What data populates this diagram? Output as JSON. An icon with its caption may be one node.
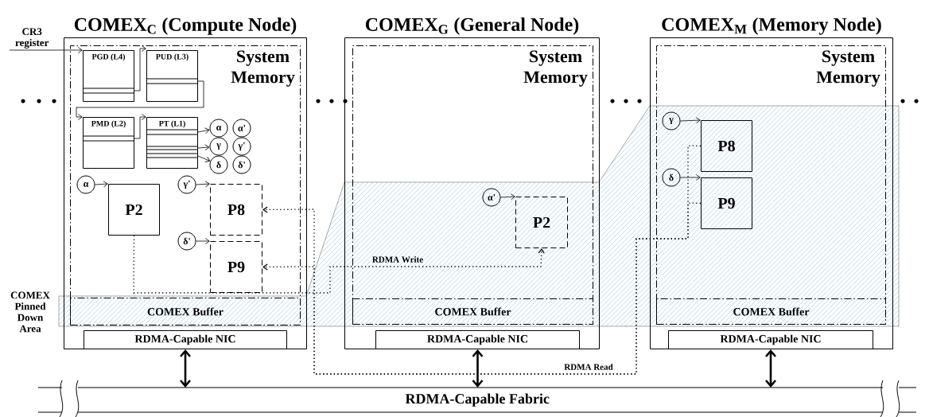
{
  "diagram": {
    "nodes": [
      {
        "text": [
          "COMEX$_{C}$ (Compute Node)"
        ]
      },
      {
        "text": [
          "System Memory"
        ],
        "in": 0
      },
      {
        "text": [
          "PGD (L4)"
        ],
        "in": 1
      },
      {
        "text": [
          "PUD (L3)"
        ],
        "in": 1
      },
      {
        "text": [
          "PMD (L2)"
        ],
        "in": 1
      },
      {
        "text": [
          "PT (L1)"
        ],
        "in": 1
      },
      {
        "text": [
          "α"
        ],
        "in": 1
      },
      {
        "text": [
          "α'"
        ],
        "in": 1
      },
      {
        "text": [
          "γ"
        ],
        "in": 1
      },
      {
        "text": [
          "γ'"
        ],
        "in": 1
      },
      {
        "text": [
          "δ"
        ],
        "in": 1
      },
      {
        "text": [
          "δ'"
        ],
        "in": 1
      },
      {
        "text": [
          "α"
        ],
        "in": 1
      },
      {
        "text": [
          "P2"
        ],
        "in": 1
      },
      {
        "text": [
          "γ'"
        ],
        "in": 1
      },
      {
        "text": [
          "P8"
        ],
        "in": 1
      },
      {
        "text": [
          "δ'"
        ],
        "in": 1
      },
      {
        "text": [
          "P9"
        ],
        "in": 1
      },
      {
        "text": [
          "COMEX Buffer"
        ],
        "in": 1
      },
      {
        "text": [
          "RDMA-Capable NIC"
        ],
        "in": 0
      },
      {
        "text": [
          "COMEX$_{G}$ (General Node)"
        ]
      },
      {
        "text": [
          "System Memory"
        ],
        "in": 20
      },
      {
        "text": [
          "α'"
        ],
        "in": 21
      },
      {
        "text": [
          "P2"
        ],
        "in": 21
      },
      {
        "text": [
          "COMEX Buffer"
        ],
        "in": 21
      },
      {
        "text": [
          "RDMA-Capable NIC"
        ],
        "in": 20
      },
      {
        "text": [
          "COMEX$_{M}$ (Memory Node)"
        ]
      },
      {
        "text": [
          "System Memory"
        ],
        "in": 26
      },
      {
        "text": [
          "γ"
        ],
        "in": 27
      },
      {
        "text": [
          "P8"
        ],
        "in": 27
      },
      {
        "text": [
          "δ"
        ],
        "in": 27
      },
      {
        "text": [
          "P9"
        ],
        "in": 27
      },
      {
        "text": [
          "COMEX Buffer"
        ],
        "in": 27
      },
      {
        "text": [
          "RDMA-Capable NIC"
        ],
        "in": 26
      },
      {
        "text": [
          "RDMA-Capable Fabric"
        ]
      },
      {
        "text": [
          "CR3 register"
        ]
      }
    ],
    "edges": [
      {
        "from": 35,
        "to": 2,
        "arrow": "to"
      },
      {
        "from": 2,
        "to": 3,
        "arrow": "to"
      },
      {
        "from": 3,
        "to": 4,
        "arrow": "to"
      },
      {
        "from": 4,
        "to": 5,
        "arrow": "to"
      },
      {
        "from": 5,
        "to": 6,
        "arrow": "to"
      },
      {
        "from": 5,
        "to": 8,
        "arrow": "to"
      },
      {
        "from": 5,
        "to": 10,
        "arrow": "to"
      },
      {
        "from": 12,
        "to": 13,
        "arrow": "to"
      },
      {
        "from": 14,
        "to": 15,
        "arrow": "to"
      },
      {
        "from": 16,
        "to": 17,
        "arrow": "to"
      },
      {
        "from": 22,
        "to": 23,
        "arrow": "to"
      },
      {
        "from": 28,
        "to": 29,
        "arrow": "to"
      },
      {
        "from": 30,
        "to": 31,
        "arrow": "to"
      },
      {
        "from": 19,
        "to": 34,
        "arrow": "both",
        "style": "thick"
      },
      {
        "from": 25,
        "to": 34,
        "arrow": "both",
        "style": "thick"
      },
      {
        "from": 33,
        "to": 34,
        "arrow": "both",
        "style": "thick"
      },
      {
        "from": 13,
        "to": 23,
        "arrow": "to",
        "style": "dashed",
        "label": "RDMA Write"
      },
      {
        "from": 29,
        "to": 15,
        "arrow": "to",
        "style": "dashed",
        "label": "RDMA Read"
      },
      {
        "from": 31,
        "to": 17,
        "arrow": "to",
        "style": "dashed"
      }
    ],
    "labels": [
      "COMEX Pinned Down Area"
    ]
  }
}
